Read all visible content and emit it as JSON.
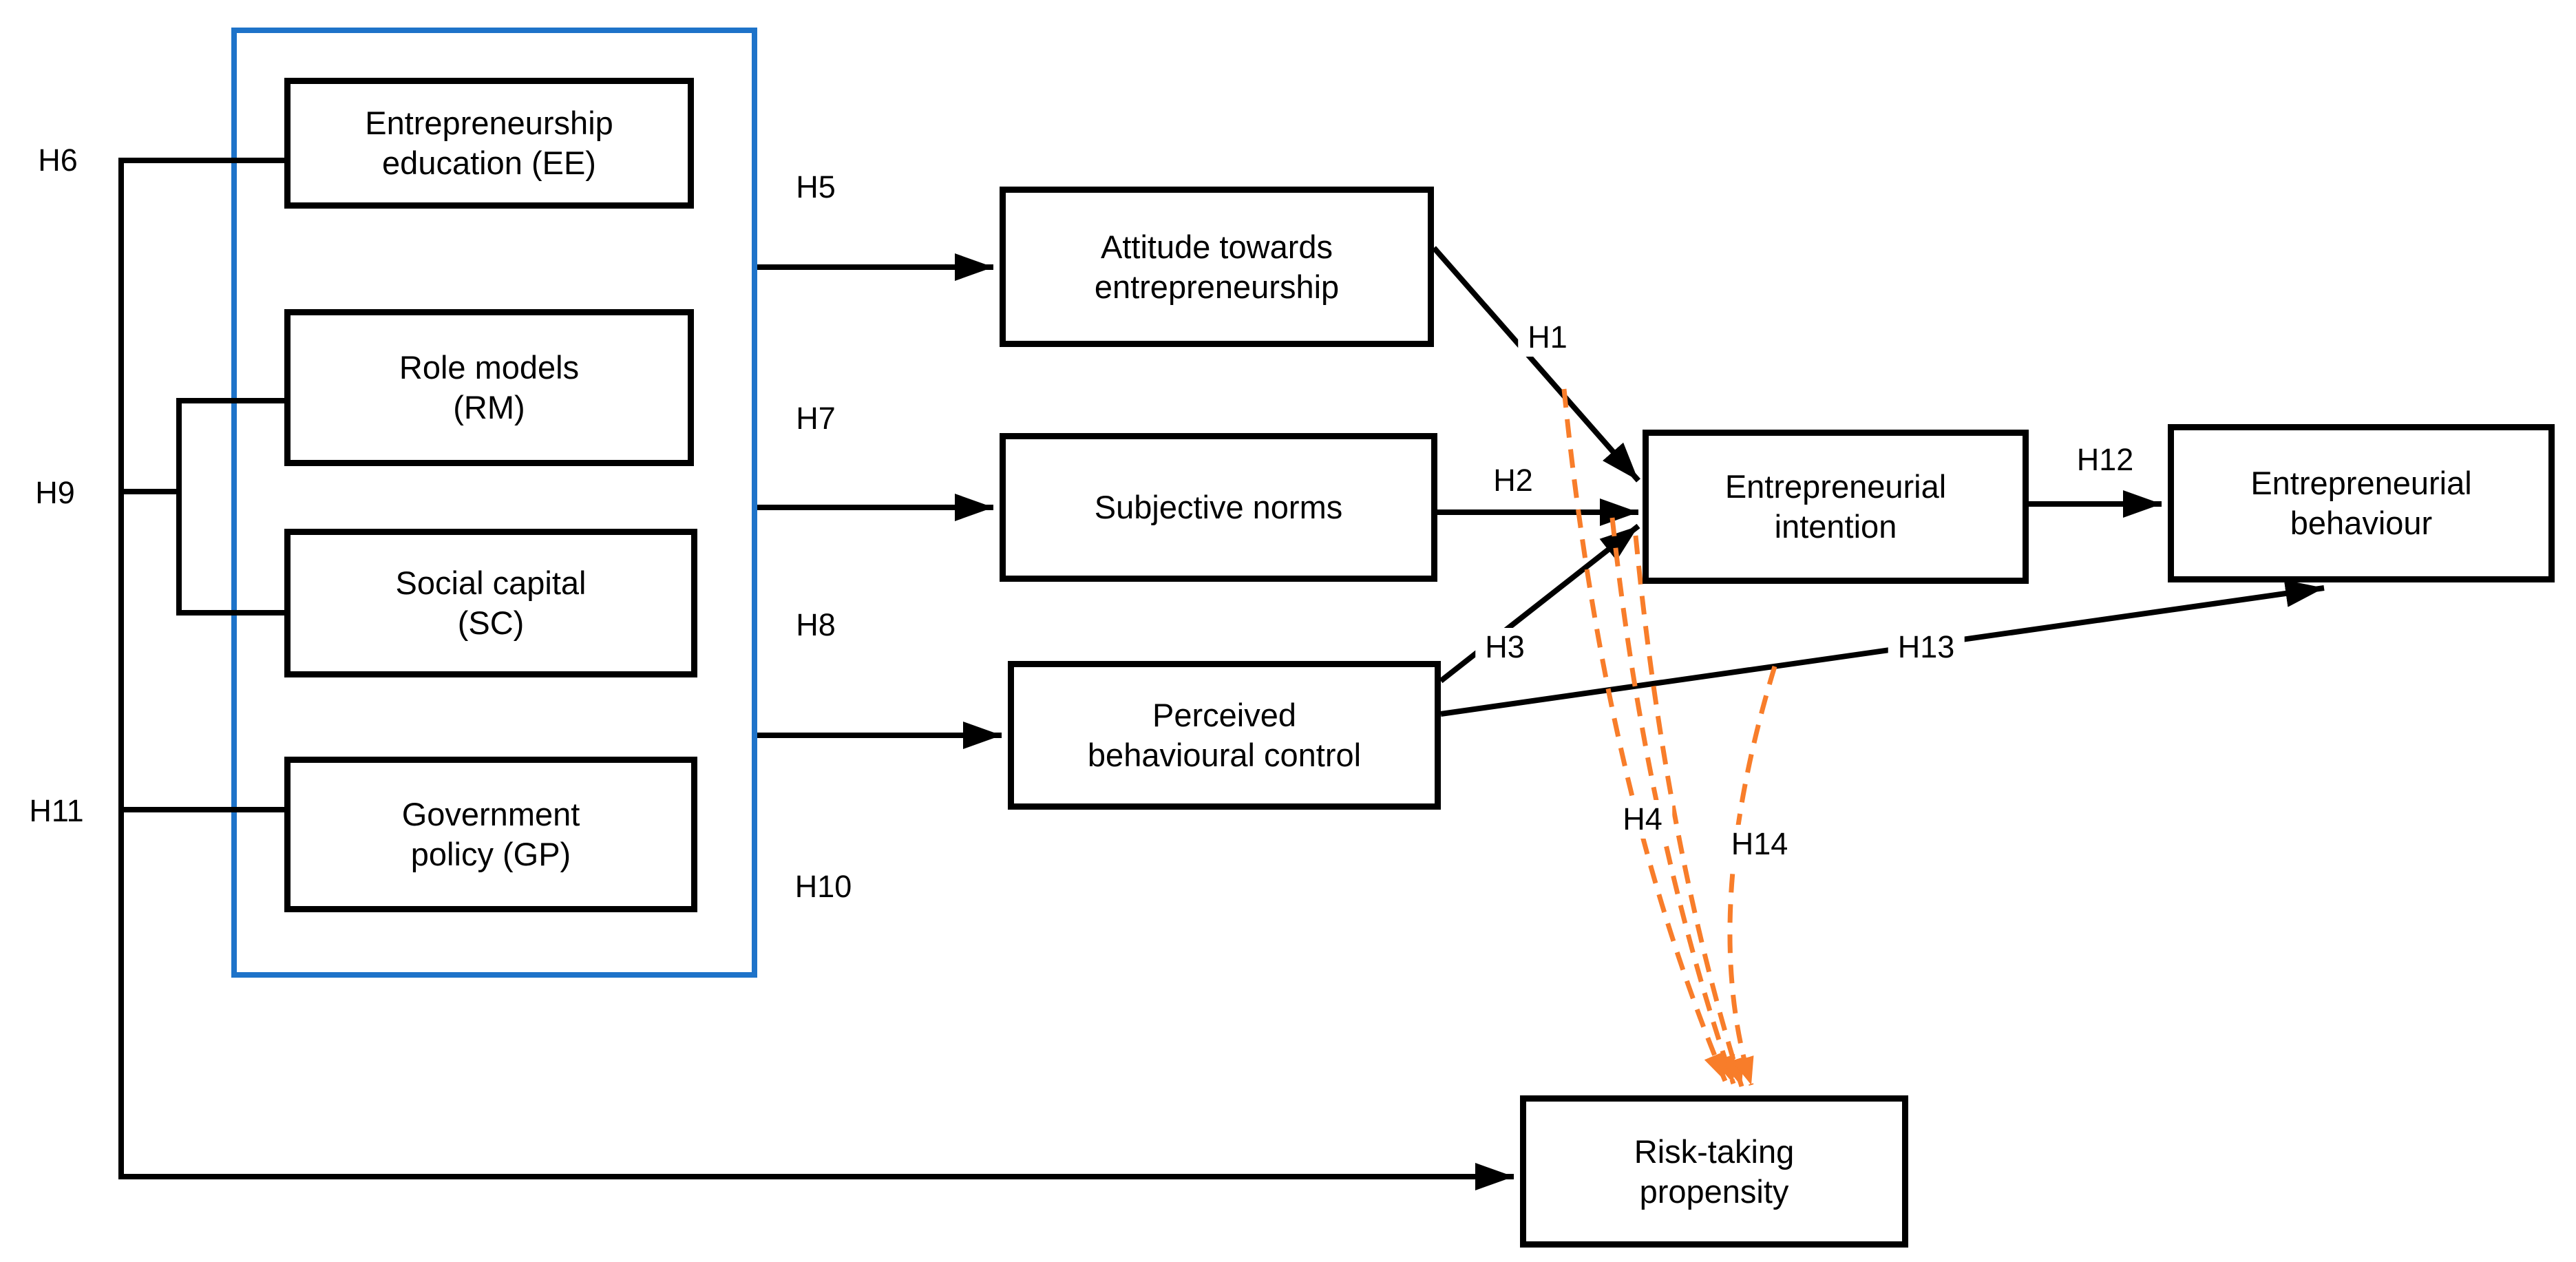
{
  "diagram": {
    "boxes": {
      "entrepreneurship_education": {
        "label": "Entrepreneurship\neducation (EE)"
      },
      "role_models": {
        "label": "Role models\n(RM)"
      },
      "social_capital": {
        "label": "Social capital\n(SC)"
      },
      "government_policy": {
        "label": "Government\npolicy (GP)"
      },
      "attitude": {
        "label": "Attitude towards\nentrepreneurship"
      },
      "subjective_norms": {
        "label": "Subjective norms"
      },
      "perceived_behavioural_control": {
        "label": "Perceived\nbehavioural control"
      },
      "entrepreneurial_intention": {
        "label": "Entrepreneurial\nintention"
      },
      "entrepreneurial_behaviour": {
        "label": "Entrepreneurial\nbehaviour"
      },
      "risk_taking_propensity": {
        "label": "Risk-taking\npropensity"
      }
    },
    "hypothesis_labels": {
      "h1": "H1",
      "h2": "H2",
      "h3": "H3",
      "h4": "H4",
      "h5": "H5",
      "h6": "H6",
      "h7": "H7",
      "h8": "H8",
      "h9": "H9",
      "h10": "H10",
      "h11": "H11",
      "h12": "H12",
      "h13": "H13",
      "h14": "H14"
    },
    "colors": {
      "box_border": "#000000",
      "container_border": "#1e73c9",
      "solid_line": "#000000",
      "dashed_line": "#f87d2a",
      "text": "#000000",
      "background": "#ffffff"
    }
  }
}
